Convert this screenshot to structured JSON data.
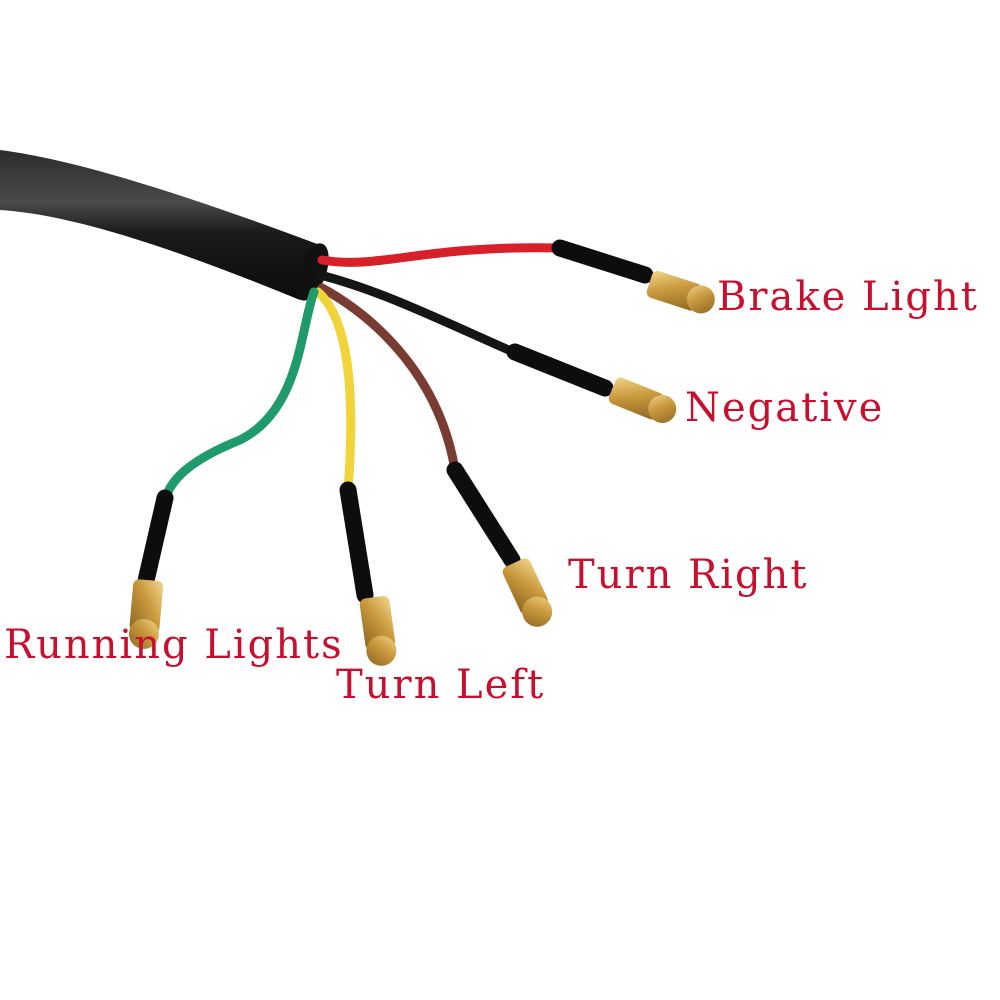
{
  "colors": {
    "background": "#ffffff",
    "label": "#c8102e",
    "sheath": "#1a1a1a",
    "terminal": "#c9a24a"
  },
  "wires": [
    {
      "name": "red",
      "color": "#d8202a"
    },
    {
      "name": "black",
      "color": "#151515"
    },
    {
      "name": "brown",
      "color": "#7a3b33"
    },
    {
      "name": "yellow",
      "color": "#f0d43a"
    },
    {
      "name": "green",
      "color": "#1f9a6a"
    }
  ],
  "labels": {
    "brake_light": "Brake Light",
    "negative": "Negative",
    "turn_right": "Turn Right",
    "running_lights": "Running Lights",
    "turn_left": "Turn Left"
  }
}
